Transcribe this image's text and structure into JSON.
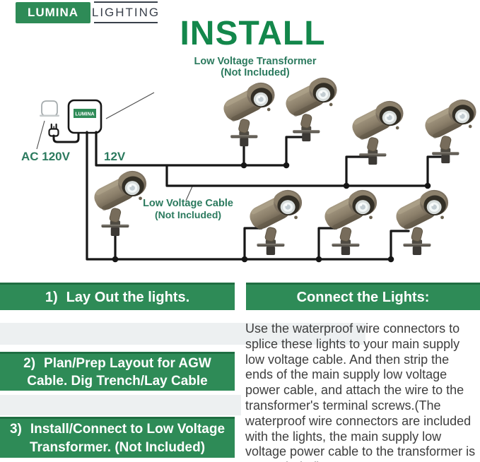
{
  "brand": {
    "logo_primary": "LUMINA",
    "logo_secondary": "LIGHTING"
  },
  "title": "INSTALL",
  "diagram": {
    "transformer_label_line1": "Low Voltage Transformer",
    "transformer_label_line2": "(Not Included)",
    "transformer_box_label": "LUMINA",
    "ac_label": "AC 120V",
    "dc_label": "12V",
    "cable_label_line1": "Low Voltage Cable",
    "cable_label_line2": "(Not Included)",
    "lights_count": 8
  },
  "steps": [
    {
      "number": "1)",
      "text": "Lay Out the lights."
    },
    {
      "number": "2)",
      "text": "Plan/Prep Layout for AGW Cable. Dig Trench/Lay Cable"
    },
    {
      "number": "3)",
      "text": "Install/Connect to Low Voltage Transformer.  (Not Included)"
    }
  ],
  "connect_section": {
    "heading": "Connect the Lights:",
    "body": "Use the waterproof wire connectors to splice these lights to your main supply low voltage cable. And then strip the ends of the main supply low voltage power cable, and attach the wire to the transformer's terminal screws.(The waterproof wire connectors are included with the lights, the main supply low voltage power cable to the transformer is Not Included)"
  },
  "colors": {
    "banner_green": "#2e8b57",
    "title_green": "#13874b",
    "label_green": "#2b7a5e",
    "wire_black": "#161616",
    "light_body_tan": "#8a7e69"
  }
}
